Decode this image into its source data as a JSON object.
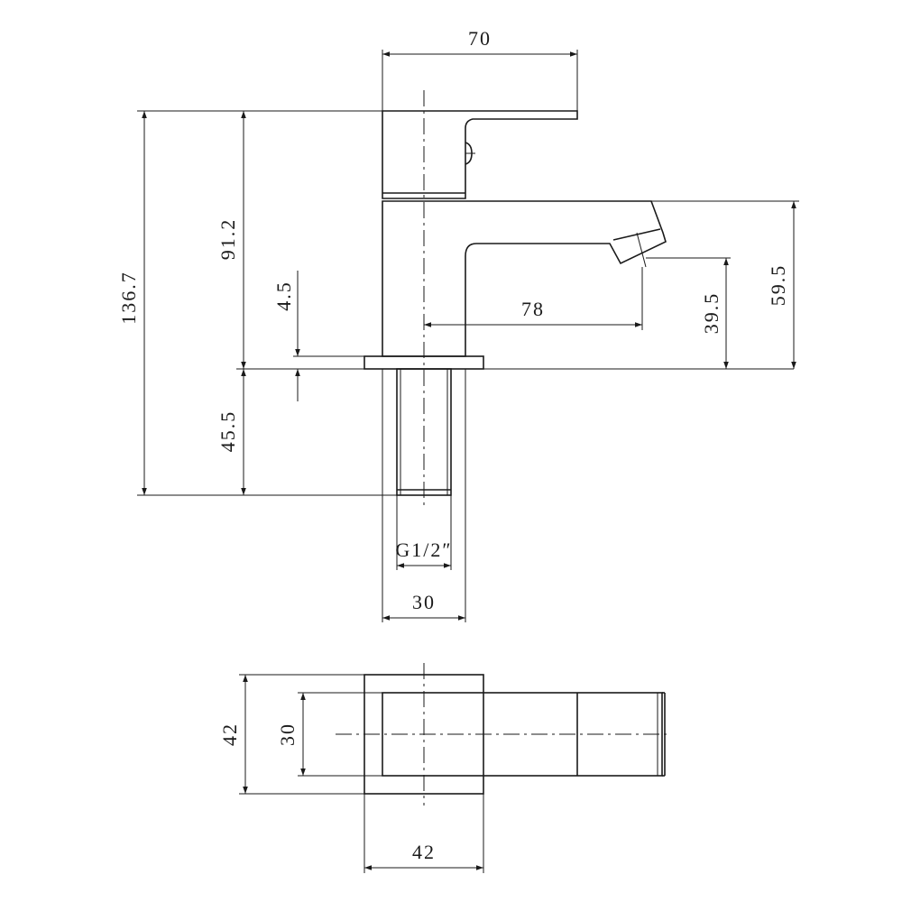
{
  "drawing": {
    "side_view": {
      "width_top": "70",
      "total_height": "136.7",
      "body_height": "91.2",
      "base_thickness": "4.5",
      "spout_reach": "78",
      "outlet_height": "39.5",
      "spout_top_height": "59.5",
      "tail_length": "45.5",
      "thread": "G1/2″",
      "body_width": "30"
    },
    "top_view": {
      "base_depth": "42",
      "body_depth": "30",
      "base_width": "42"
    }
  }
}
